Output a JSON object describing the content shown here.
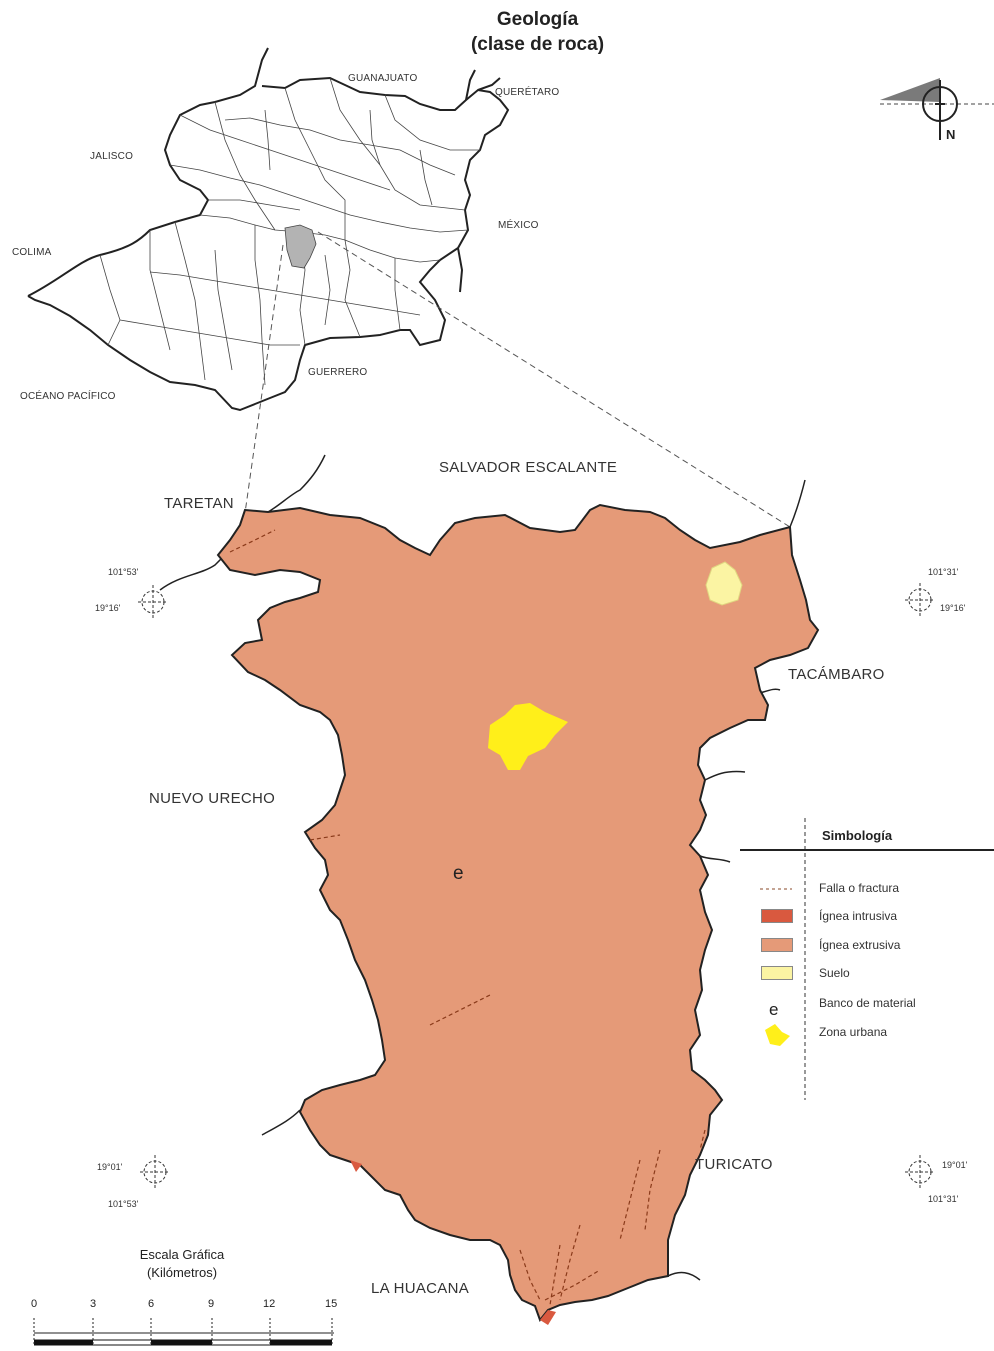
{
  "title": {
    "line1": "Geología",
    "line2": "(clase de roca)"
  },
  "inset_labels": {
    "guanajuato": "GUANAJUATO",
    "queretaro": "QUERÉTARO",
    "jalisco": "JALISCO",
    "mexico": "MÉXICO",
    "colima": "COLIMA",
    "guerrero": "GUERRERO",
    "oceano": "OCÉANO PACÍFICO"
  },
  "neighbors": {
    "salvador": "SALVADOR ESCALANTE",
    "taretan": "TARETAN",
    "tacambaro": "TACÁMBARO",
    "nuevo_urecho": "NUEVO URECHO",
    "turicato": "TURICATO",
    "la_huacana": "LA HUACANA"
  },
  "north_label": "N",
  "coords": {
    "nw_lon": "101°53'",
    "nw_lat": "19°16'",
    "ne_lon": "101°31'",
    "ne_lat": "19°16'",
    "sw_lat": "19°01'",
    "sw_lon": "101°53'",
    "se_lat": "19°01'",
    "se_lon": "101°31'"
  },
  "map_marker": "e",
  "legend": {
    "title": "Simbología",
    "items": [
      {
        "label": "Falla o fractura",
        "type": "line",
        "color": "#8a4a2a"
      },
      {
        "label": "Ígnea intrusiva",
        "type": "swatch",
        "color": "#d9593f"
      },
      {
        "label": "Ígnea extrusiva",
        "type": "swatch",
        "color": "#e59a78"
      },
      {
        "label": "Suelo",
        "type": "swatch",
        "color": "#fbf4a3"
      },
      {
        "label": "Banco de material",
        "type": "letter",
        "symbol": "e"
      },
      {
        "label": "Zona urbana",
        "type": "blob",
        "color": "#ffef1a"
      }
    ]
  },
  "scale": {
    "caption1": "Escala Gráfica",
    "caption2": "(Kilómetros)",
    "ticks": [
      "0",
      "3",
      "6",
      "9",
      "12",
      "15"
    ]
  },
  "colors": {
    "extrusiva": "#e59a78",
    "urbana": "#ffef1a",
    "suelo": "#fbf4a3",
    "intrusiva": "#d9593f",
    "selected_municipality": "#b3b3b3"
  }
}
